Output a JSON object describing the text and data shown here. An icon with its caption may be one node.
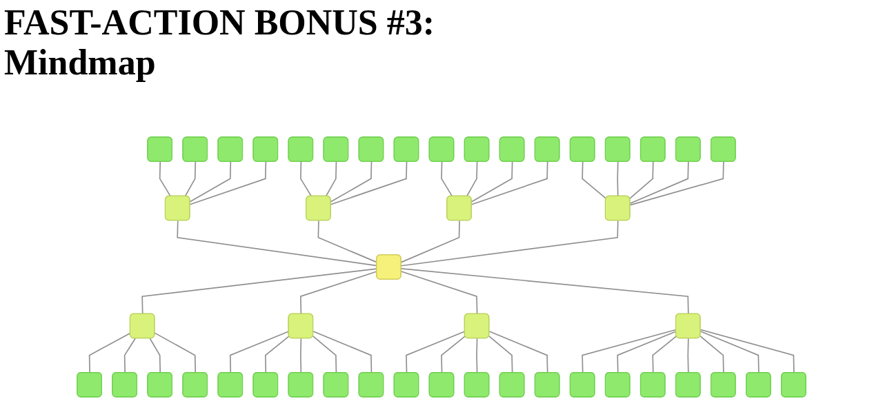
{
  "diagram": {
    "title": "FAST-ACTION BONUS #3: Mindmap",
    "nodes": [
      {
        "text": [],
        "shape": "box"
      },
      {
        "text": [],
        "shape": "box"
      },
      {
        "text": [],
        "shape": "box"
      },
      {
        "text": [],
        "shape": "box"
      },
      {
        "text": [],
        "shape": "box"
      },
      {
        "text": [],
        "shape": "box"
      },
      {
        "text": [],
        "shape": "box"
      },
      {
        "text": [],
        "shape": "box"
      },
      {
        "text": [],
        "shape": "box"
      },
      {
        "text": [],
        "shape": "box"
      },
      {
        "text": [],
        "shape": "box"
      },
      {
        "text": [],
        "shape": "box"
      },
      {
        "text": [],
        "shape": "box"
      },
      {
        "text": [],
        "shape": "box"
      },
      {
        "text": [],
        "shape": "box"
      },
      {
        "text": [],
        "shape": "box"
      },
      {
        "text": [],
        "shape": "box"
      },
      {
        "text": [],
        "shape": "box"
      },
      {
        "text": [],
        "shape": "box"
      },
      {
        "text": [],
        "shape": "box"
      },
      {
        "text": [],
        "shape": "box"
      },
      {
        "text": [],
        "shape": "box"
      },
      {
        "text": [],
        "shape": "box"
      },
      {
        "text": [],
        "shape": "box"
      },
      {
        "text": [],
        "shape": "box"
      },
      {
        "text": [],
        "shape": "box"
      },
      {
        "text": [],
        "shape": "box"
      },
      {
        "text": [],
        "shape": "box"
      },
      {
        "text": [],
        "shape": "box"
      },
      {
        "text": [],
        "shape": "box"
      },
      {
        "text": [],
        "shape": "box"
      },
      {
        "text": [],
        "shape": "box"
      },
      {
        "text": [],
        "shape": "box"
      },
      {
        "text": [],
        "shape": "box"
      },
      {
        "text": [],
        "shape": "box"
      },
      {
        "text": [],
        "shape": "box"
      },
      {
        "text": [],
        "shape": "box"
      },
      {
        "text": [],
        "shape": "box"
      },
      {
        "text": [],
        "shape": "box"
      },
      {
        "text": [],
        "shape": "box"
      },
      {
        "text": [],
        "shape": "box"
      },
      {
        "text": [],
        "shape": "box"
      },
      {
        "text": [],
        "shape": "box"
      },
      {
        "text": [],
        "shape": "box"
      },
      {
        "text": [],
        "shape": "box"
      },
      {
        "text": [],
        "shape": "box"
      },
      {
        "text": [],
        "shape": "box"
      }
    ],
    "edges": [
      {
        "from": 1,
        "to": 0,
        "arrow": "none"
      },
      {
        "from": 2,
        "to": 1,
        "arrow": "none"
      },
      {
        "from": 3,
        "to": 1,
        "arrow": "none"
      },
      {
        "from": 4,
        "to": 1,
        "arrow": "none"
      },
      {
        "from": 5,
        "to": 1,
        "arrow": "none"
      },
      {
        "from": 6,
        "to": 0,
        "arrow": "none"
      },
      {
        "from": 7,
        "to": 6,
        "arrow": "none"
      },
      {
        "from": 8,
        "to": 6,
        "arrow": "none"
      },
      {
        "from": 9,
        "to": 6,
        "arrow": "none"
      },
      {
        "from": 10,
        "to": 6,
        "arrow": "none"
      },
      {
        "from": 11,
        "to": 0,
        "arrow": "none"
      },
      {
        "from": 12,
        "to": 11,
        "arrow": "none"
      },
      {
        "from": 13,
        "to": 11,
        "arrow": "none"
      },
      {
        "from": 14,
        "to": 11,
        "arrow": "none"
      },
      {
        "from": 15,
        "to": 11,
        "arrow": "none"
      },
      {
        "from": 0,
        "to": 16,
        "arrow": "none"
      },
      {
        "from": 16,
        "to": 17,
        "arrow": "none"
      },
      {
        "from": 16,
        "to": 18,
        "arrow": "none"
      },
      {
        "from": 16,
        "to": 19,
        "arrow": "none"
      },
      {
        "from": 16,
        "to": 20,
        "arrow": "none"
      },
      {
        "from": 0,
        "to": 21,
        "arrow": "none"
      },
      {
        "from": 21,
        "to": 22,
        "arrow": "none"
      },
      {
        "from": 21,
        "to": 23,
        "arrow": "none"
      },
      {
        "from": 21,
        "to": 24,
        "arrow": "none"
      },
      {
        "from": 21,
        "to": 25,
        "arrow": "none"
      },
      {
        "from": 21,
        "to": 26,
        "arrow": "none"
      },
      {
        "from": 0,
        "to": 27,
        "arrow": "none"
      },
      {
        "from": 27,
        "to": 28,
        "arrow": "none"
      },
      {
        "from": 27,
        "to": 29,
        "arrow": "none"
      },
      {
        "from": 27,
        "to": 30,
        "arrow": "none"
      },
      {
        "from": 27,
        "to": 31,
        "arrow": "none"
      },
      {
        "from": 27,
        "to": 32,
        "arrow": "none"
      },
      {
        "from": 0,
        "to": 33,
        "arrow": "none"
      },
      {
        "from": 33,
        "to": 34,
        "arrow": "none"
      },
      {
        "from": 33,
        "to": 35,
        "arrow": "none"
      },
      {
        "from": 33,
        "to": 36,
        "arrow": "none"
      },
      {
        "from": 33,
        "to": 37,
        "arrow": "none"
      },
      {
        "from": 33,
        "to": 38,
        "arrow": "none"
      },
      {
        "from": 33,
        "to": 39,
        "arrow": "none"
      },
      {
        "from": 33,
        "to": 40,
        "arrow": "none"
      },
      {
        "from": 41,
        "to": 0,
        "arrow": "none"
      },
      {
        "from": 42,
        "to": 41,
        "arrow": "none"
      },
      {
        "from": 43,
        "to": 41,
        "arrow": "none"
      },
      {
        "from": 44,
        "to": 41,
        "arrow": "none"
      },
      {
        "from": 45,
        "to": 41,
        "arrow": "none"
      },
      {
        "from": 46,
        "to": 41,
        "arrow": "none"
      }
    ]
  }
}
